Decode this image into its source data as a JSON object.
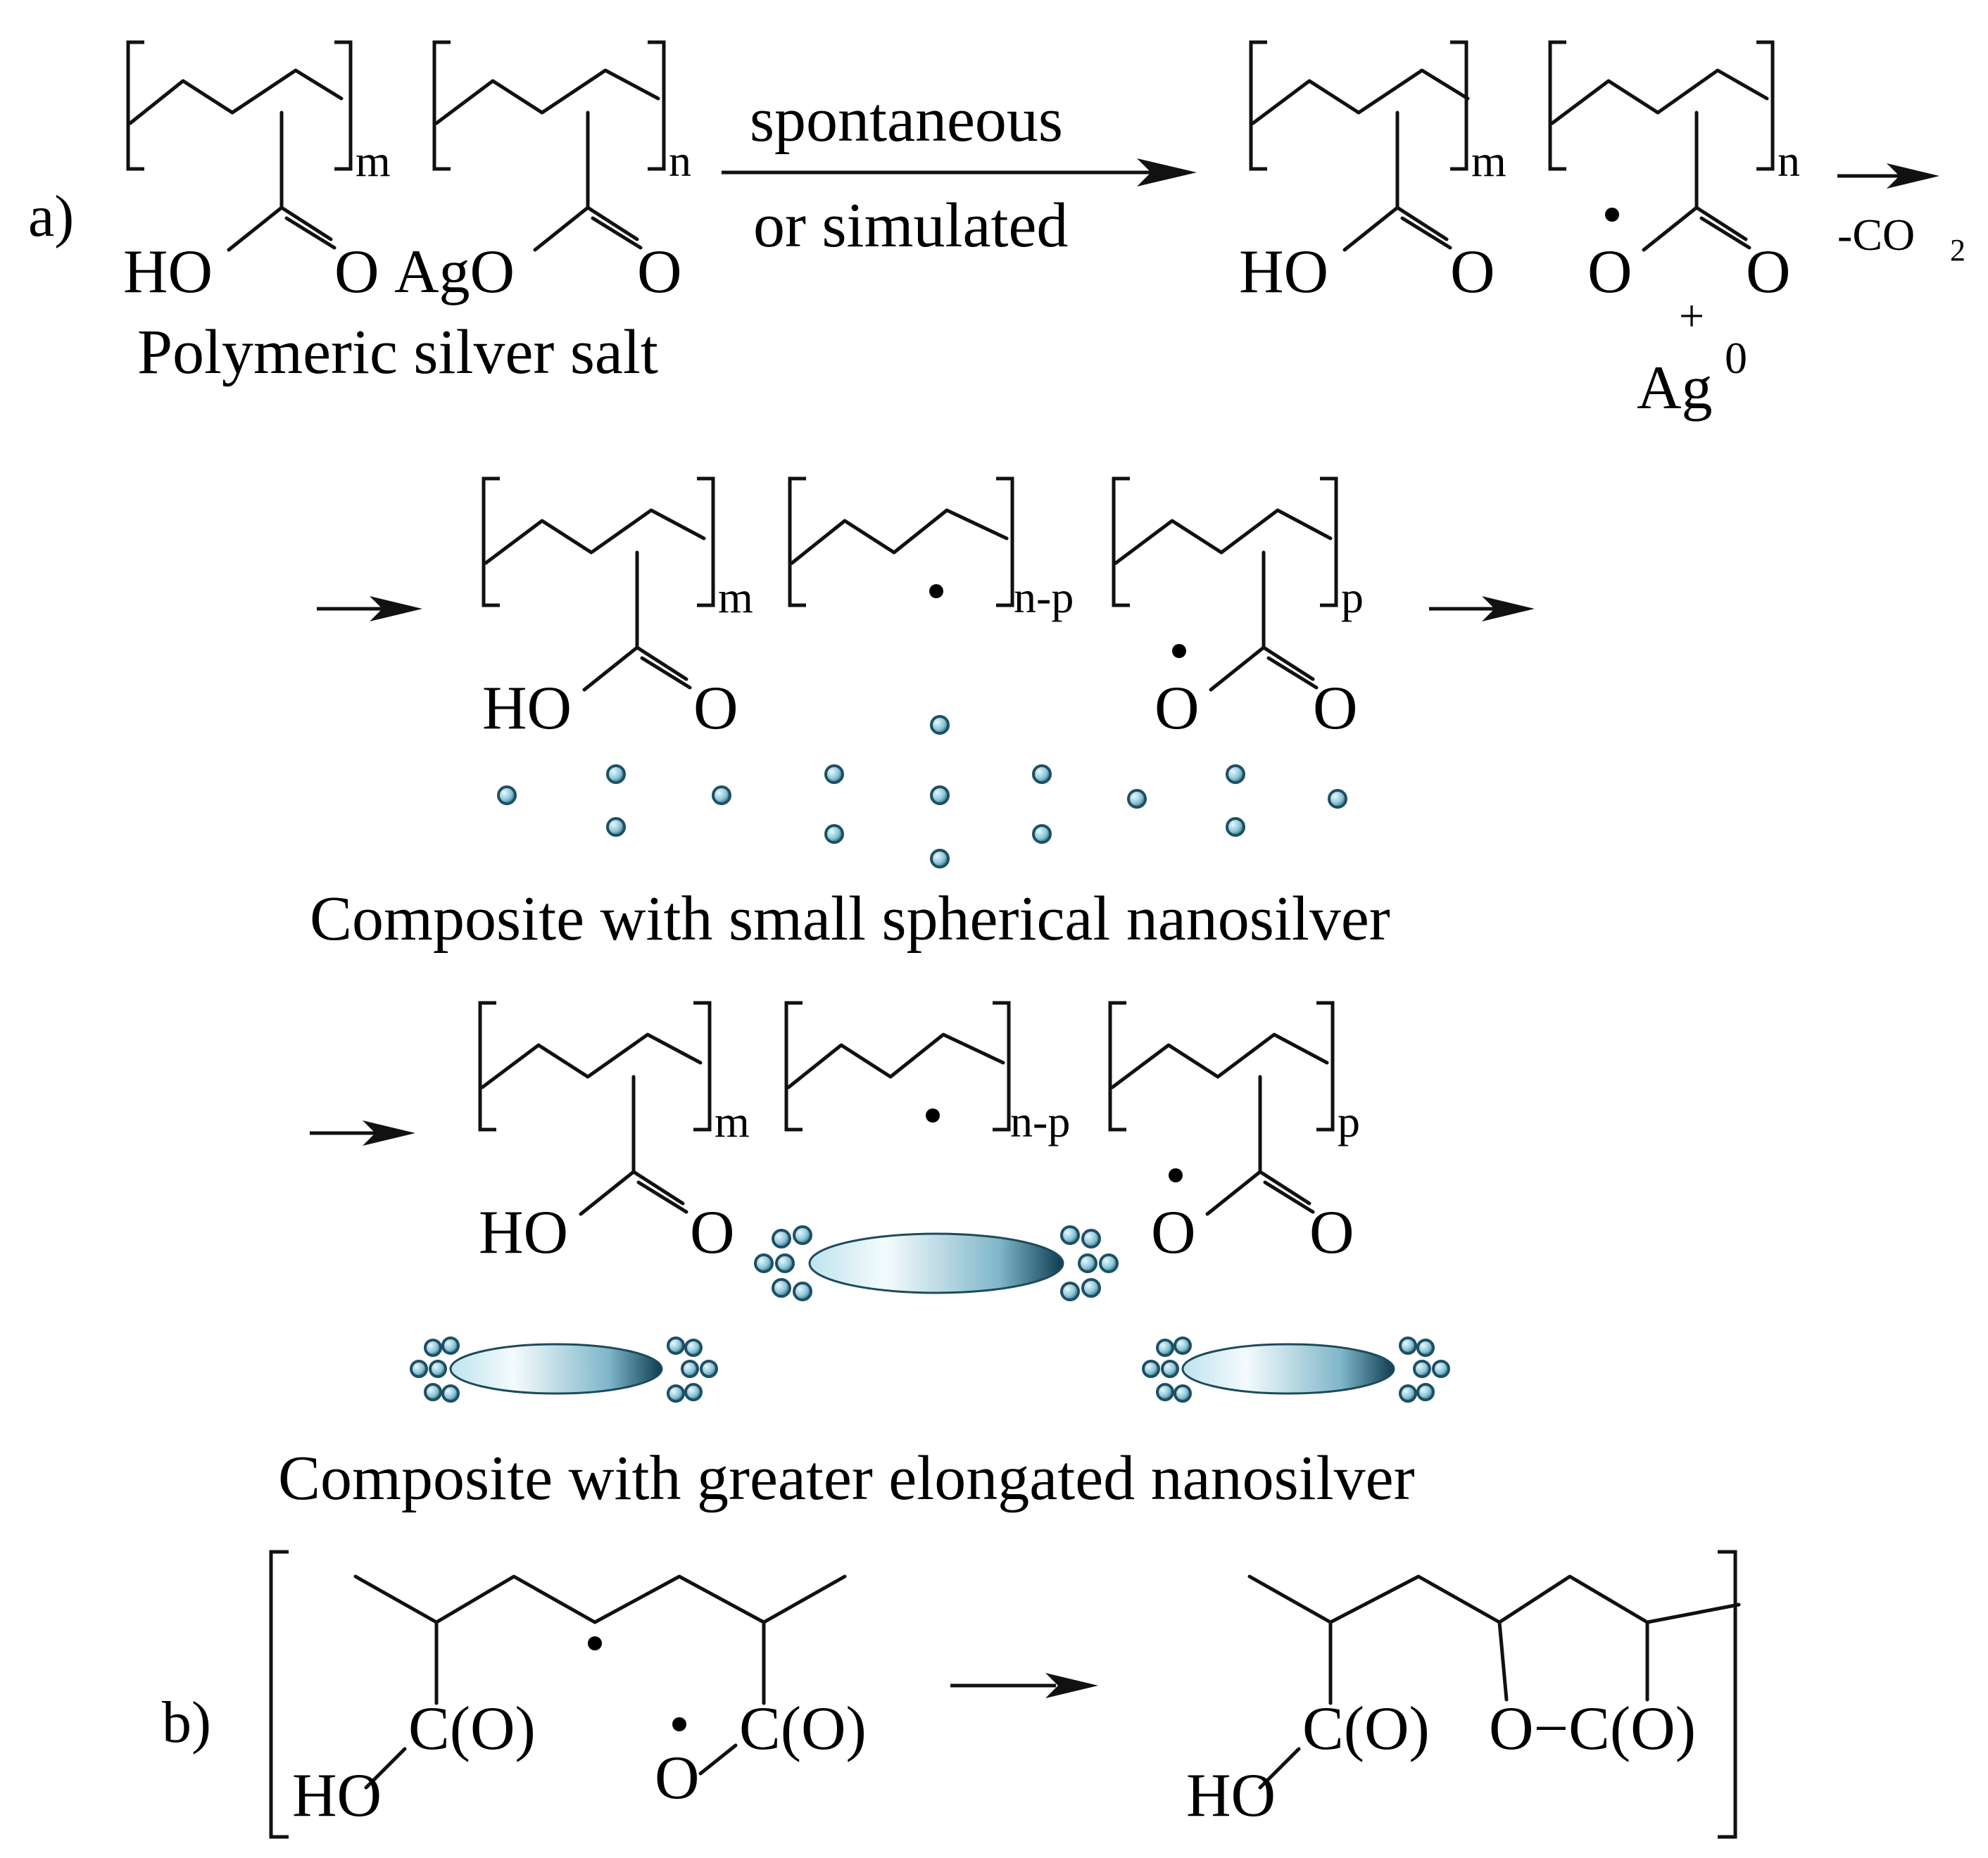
{
  "part_labels": {
    "a": "a)",
    "b": "b)"
  },
  "arrow_labels": {
    "top": "spontaneous",
    "bottom": "or simulated",
    "minus_co2": "-CO",
    "co2_subscript": "2"
  },
  "subscripts": {
    "m": "m",
    "n": "n",
    "n_minus_p": "n-p",
    "p": "p"
  },
  "atoms": {
    "HO": "HO",
    "O": "O",
    "AgO": "AgO",
    "plus": "+",
    "Ag": "Ag",
    "Ag_superscript": "0",
    "CO": "C(O)",
    "O_bond_CO": "O−C(O)"
  },
  "captions": {
    "start": "Polymeric silver salt",
    "small": "Composite with small spherical nanosilver",
    "elongated": "Composite with greater elongated nanosilver"
  },
  "colors": {
    "nanoparticle_fill": "#9fd3e2",
    "nanoparticle_stroke": "#1e4f63",
    "rod_dark": "#0f3d52",
    "rod_light": "#f4fbfd"
  }
}
